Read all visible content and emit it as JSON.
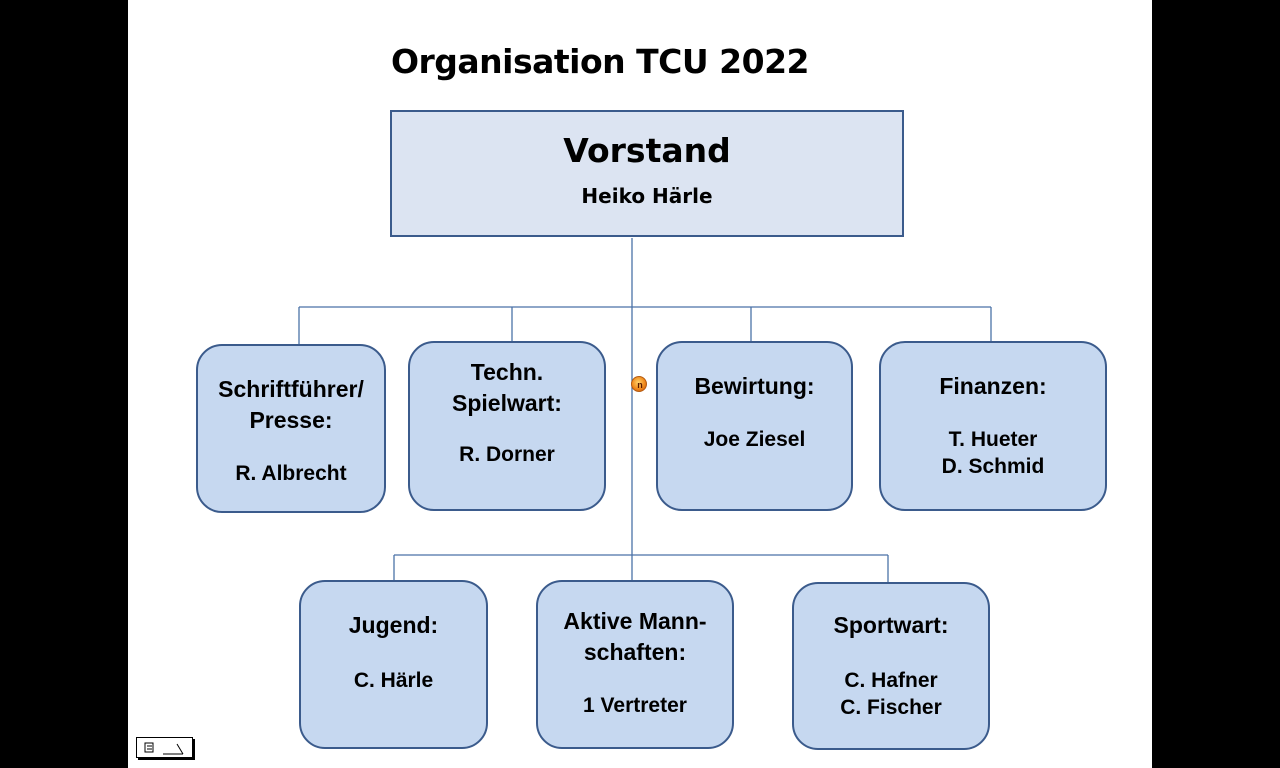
{
  "title": "Organisation TCU 2022",
  "top": {
    "head": "Vorstand",
    "name": "Heiko Härle"
  },
  "row1": [
    {
      "head": [
        "Schriftführer/",
        "Presse:"
      ],
      "persons": [
        "R. Albrecht"
      ]
    },
    {
      "head": [
        "Techn.",
        "Spielwart:"
      ],
      "persons": [
        "R. Dorner"
      ]
    },
    {
      "head": [
        "Bewirtung:"
      ],
      "persons": [
        "Joe Ziesel"
      ]
    },
    {
      "head": [
        "Finanzen:"
      ],
      "persons": [
        "T. Hueter",
        "D. Schmid"
      ]
    }
  ],
  "row2": [
    {
      "head": [
        "Jugend:"
      ],
      "persons": [
        "C. Härle"
      ]
    },
    {
      "head": [
        "Aktive Mann-",
        "schaften:"
      ],
      "persons": [
        "1 Vertreter"
      ]
    },
    {
      "head": [
        "Sportwart:"
      ],
      "persons": [
        "C. Hafner",
        "C. Fischer"
      ]
    }
  ],
  "icons": {
    "marker": "office-assistant-icon",
    "status": "notes-icon"
  },
  "colors": {
    "box_fill": "#c6d8f0",
    "top_fill": "#dce4f2",
    "border": "#3b5b8c",
    "connector": "#4a72a8"
  }
}
